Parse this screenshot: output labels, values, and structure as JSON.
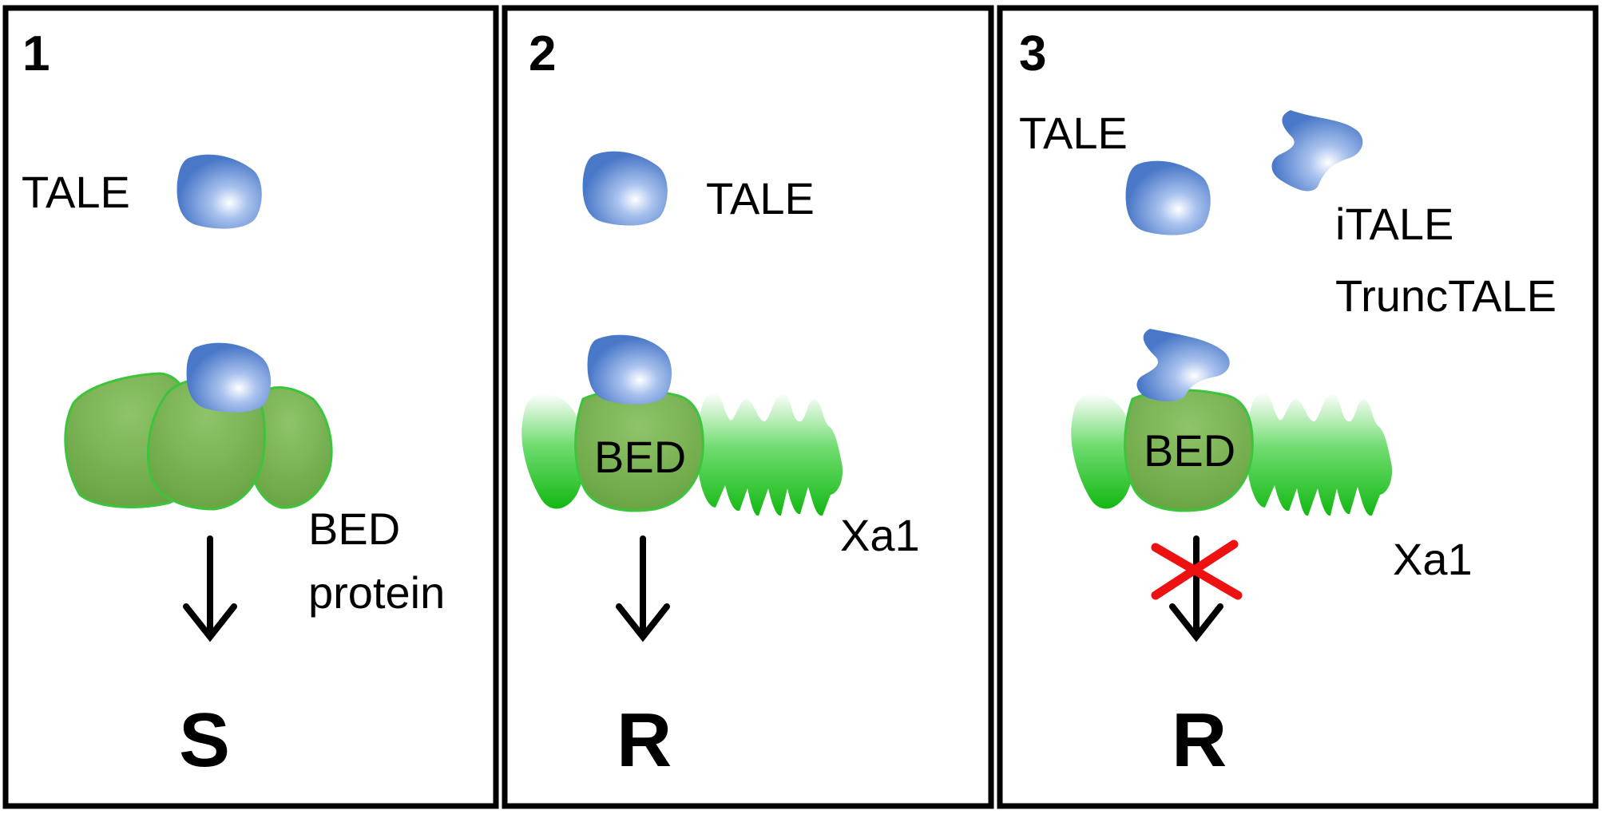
{
  "panels": [
    {
      "number": "1",
      "labels": {
        "tale": "TALE",
        "bed_line1": "BED",
        "bed_line2": "protein"
      },
      "outcome": "S"
    },
    {
      "number": "2",
      "labels": {
        "tale": "TALE",
        "bed": "BED",
        "xa1": "Xa1"
      },
      "outcome": "R"
    },
    {
      "number": "3",
      "labels": {
        "tale": "TALE",
        "itale": "iTALE",
        "trunctale": "TruncTALE",
        "bed": "BED",
        "xa1": "Xa1"
      },
      "outcome": "R",
      "blocked": true
    }
  ],
  "colors": {
    "tale_blue": "#4a78c8",
    "bed_green": "#6aaa44",
    "xa1_green": "#22bb22",
    "block_red": "#ee1111",
    "frame": "#000000"
  }
}
